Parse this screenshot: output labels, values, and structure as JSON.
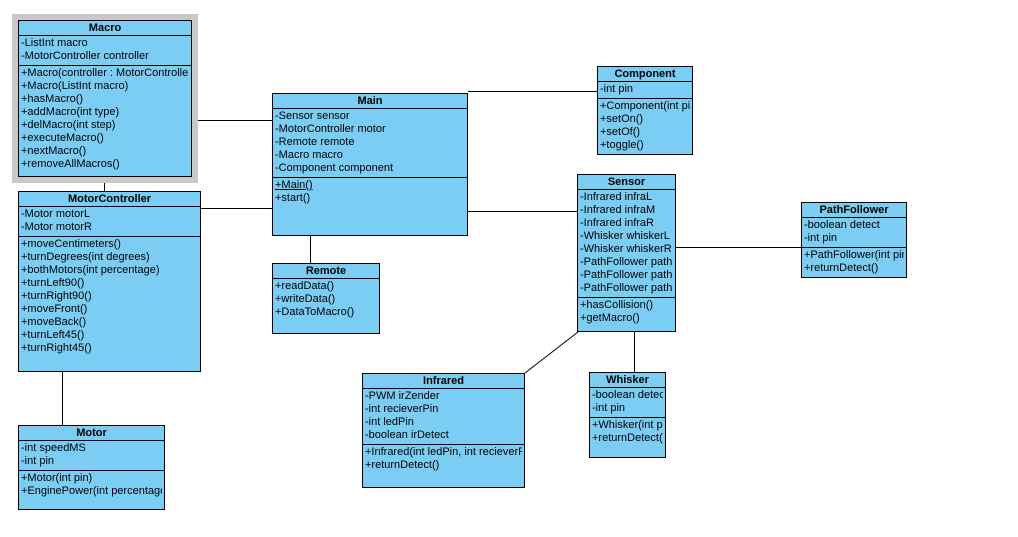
{
  "diagram": {
    "type": "uml-class-diagram",
    "background_color": "#ffffff",
    "box_fill_color": "#7bcdf3",
    "box_border_color": "#000000",
    "selection_highlight_color": "#c9c9c9",
    "selected_class": "Macro"
  },
  "classes": {
    "macro": {
      "name": "Macro",
      "attributes": [
        "-ListInt macro",
        "-MotorController controller"
      ],
      "methods": [
        "+Macro(controller : MotorController)",
        "+Macro(ListInt macro)",
        "+hasMacro()",
        "+addMacro(int type)",
        "+delMacro(int step)",
        "+executeMacro()",
        "+nextMacro()",
        "+removeAllMacros()"
      ]
    },
    "motor_controller": {
      "name": "MotorController",
      "attributes": [
        "-Motor motorL",
        "-Motor motorR"
      ],
      "methods": [
        "+moveCentimeters()",
        "+turnDegrees(int degrees)",
        "+bothMotors(int percentage)",
        "+turnLeft90()",
        "+turnRight90()",
        "+moveFront()",
        "+moveBack()",
        "+turnLeft45()",
        "+turnRight45()"
      ]
    },
    "motor": {
      "name": "Motor",
      "attributes": [
        "-int speedMS",
        "-int pin"
      ],
      "methods": [
        "+Motor(int pin)",
        "+EnginePower(int percentage)"
      ]
    },
    "main": {
      "name": "Main",
      "attributes": [
        "-Sensor sensor",
        "-MotorController motor",
        "-Remote remote",
        "-Macro macro",
        "-Component component"
      ],
      "methods": [
        {
          "text": "+Main()",
          "underline": true
        },
        "+start()"
      ]
    },
    "remote": {
      "name": "Remote",
      "attributes": [],
      "methods": [
        "+readData()",
        "+writeData()",
        "+DataToMacro()"
      ]
    },
    "component": {
      "name": "Component",
      "attributes": [
        "-int pin"
      ],
      "methods": [
        "+Component(int pin)",
        "+setOn()",
        "+setOf()",
        "+toggle()"
      ]
    },
    "sensor": {
      "name": "Sensor",
      "attributes": [
        "-Infrared infraL",
        "-Infrared infraM",
        "-Infrared infraR",
        "-Whisker whiskerL",
        "-Whisker whiskerR",
        "-PathFollower pathL",
        "-PathFollower pathM",
        "-PathFollower pathR"
      ],
      "methods": [
        "+hasCollision()",
        "+getMacro()"
      ]
    },
    "path_follower": {
      "name": "PathFollower",
      "attributes": [
        "-boolean detect",
        "-int pin"
      ],
      "methods": [
        "+PathFollower(int pin)",
        "+returnDetect()"
      ]
    },
    "infrared": {
      "name": "Infrared",
      "attributes": [
        "-PWM irZender",
        "-int recieverPin",
        "-int ledPin",
        "-boolean irDetect"
      ],
      "methods": [
        "+Infrared(int ledPin, int recieverPin)",
        "+returnDetect()"
      ]
    },
    "whisker": {
      "name": "Whisker",
      "attributes": [
        "-boolean detect",
        "-int pin"
      ],
      "methods": [
        "+Whisker(int pin)",
        "+returnDetect()"
      ]
    }
  },
  "connections": [
    {
      "from": "Macro",
      "to": "Main"
    },
    {
      "from": "Macro",
      "to": "MotorController"
    },
    {
      "from": "MotorController",
      "to": "Main"
    },
    {
      "from": "MotorController",
      "to": "Motor"
    },
    {
      "from": "Main",
      "to": "Remote"
    },
    {
      "from": "Main",
      "to": "Component"
    },
    {
      "from": "Main",
      "to": "Sensor"
    },
    {
      "from": "Sensor",
      "to": "PathFollower"
    },
    {
      "from": "Sensor",
      "to": "Infrared"
    },
    {
      "from": "Sensor",
      "to": "Whisker"
    }
  ]
}
